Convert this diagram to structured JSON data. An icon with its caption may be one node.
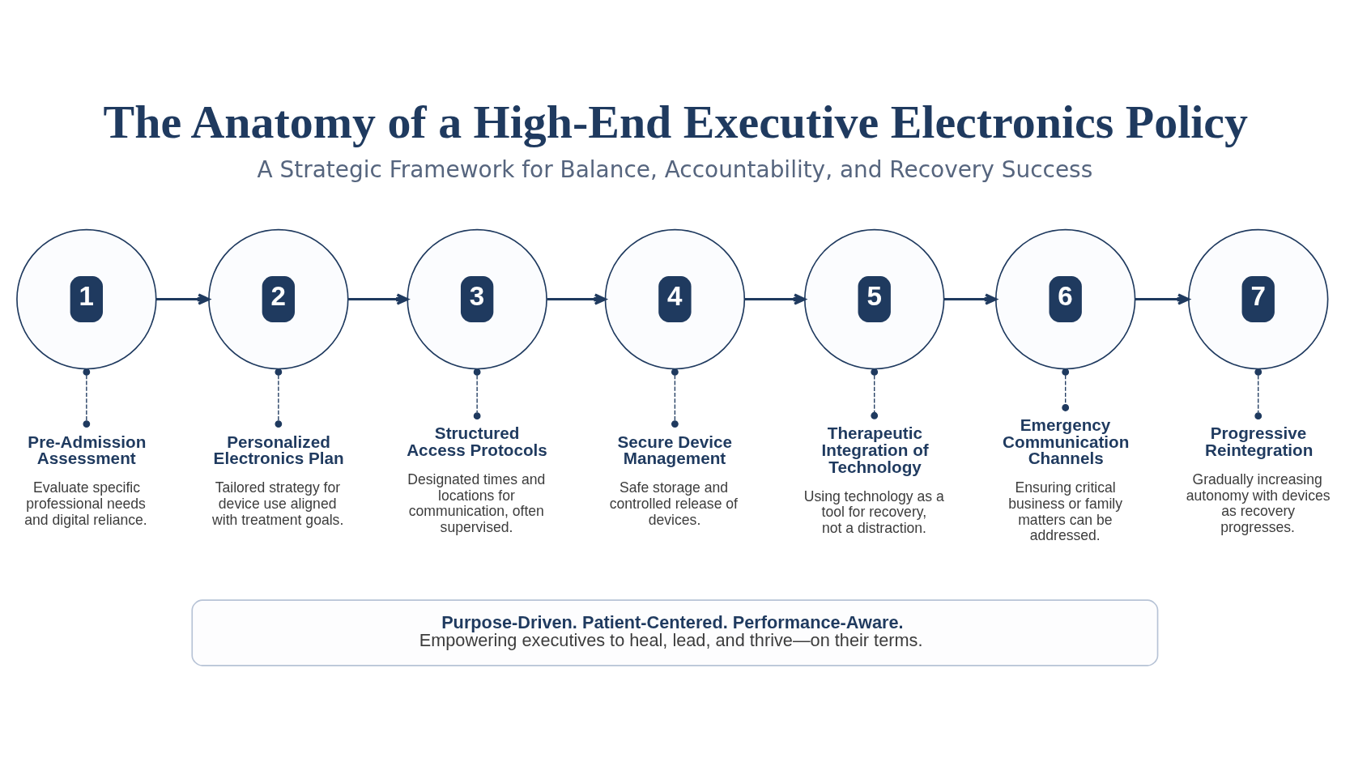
{
  "diagram": {
    "title": "The Anatomy of a High-End Executive Electronics Policy",
    "nodes": [
      {
        "text": [
          "1"
        ]
      },
      {
        "text": [
          "2"
        ]
      },
      {
        "text": [
          "3"
        ]
      },
      {
        "text": [
          "4"
        ]
      },
      {
        "text": [
          "5"
        ]
      },
      {
        "text": [
          "6"
        ]
      },
      {
        "text": [
          "7"
        ]
      },
      {
        "text": [
          "Pre-Admission Assessment",
          "Evaluate specific professional needs and digital reliance."
        ]
      },
      {
        "text": [
          "Personalized Electronics Plan",
          "Tailored strategy for device use aligned with treatment goals."
        ]
      },
      {
        "text": [
          "Structured Access Protocols",
          "Designated times and locations for communication, often supervised."
        ]
      },
      {
        "text": [
          "Secure Device Management",
          "Safe storage and controlled release of devices."
        ]
      },
      {
        "text": [
          "Therapeutic Integration of Technology",
          "Using technology as a tool for recovery, not a distraction."
        ]
      },
      {
        "text": [
          "Emergency Communication Channels",
          "Ensuring critical business or family matters can be addressed."
        ]
      },
      {
        "text": [
          "Progressive Reintegration",
          "Gradually increasing autonomy with devices as recovery progresses."
        ]
      },
      {
        "text": [
          "Purpose-Driven. Patient-Centered. Performance-Aware.",
          "Empowering executives to heal, lead, and thrive—on their terms."
        ]
      }
    ],
    "edges": [
      {
        "from": 0,
        "to": 1,
        "arrow": "to"
      },
      {
        "from": 1,
        "to": 2,
        "arrow": "to"
      },
      {
        "from": 2,
        "to": 3,
        "arrow": "to"
      },
      {
        "from": 3,
        "to": 4,
        "arrow": "to"
      },
      {
        "from": 4,
        "to": 5,
        "arrow": "to"
      },
      {
        "from": 5,
        "to": 6,
        "arrow": "to"
      },
      {
        "from": 0,
        "to": 7,
        "arrow": "other",
        "style": "dashed"
      },
      {
        "from": 1,
        "to": 8,
        "arrow": "other",
        "style": "dashed"
      },
      {
        "from": 2,
        "to": 9,
        "arrow": "other",
        "style": "dashed"
      },
      {
        "from": 3,
        "to": 10,
        "arrow": "other",
        "style": "dashed"
      },
      {
        "from": 4,
        "to": 11,
        "arrow": "other",
        "style": "dashed"
      },
      {
        "from": 5,
        "to": 12,
        "arrow": "other",
        "style": "dashed"
      },
      {
        "from": 6,
        "to": 13,
        "arrow": "other",
        "style": "dashed"
      }
    ],
    "labels": [
      "A Strategic Framework for Balance, Accountability, and Recovery Success"
    ]
  }
}
